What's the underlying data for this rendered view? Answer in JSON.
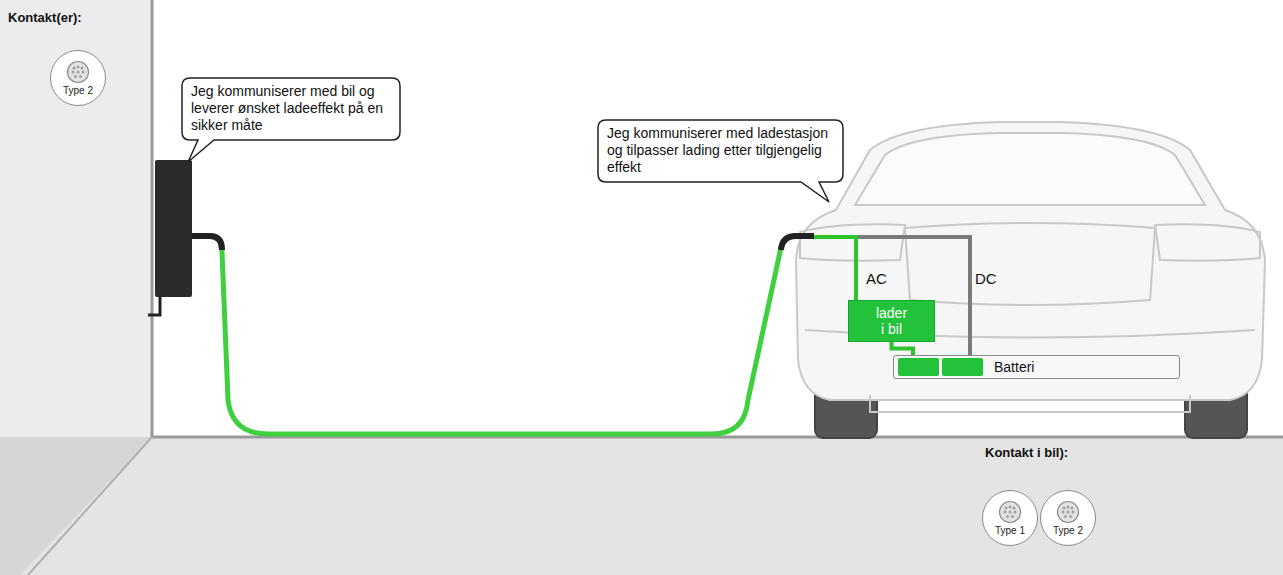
{
  "diagram": {
    "nodes": [
      {
        "text": [
          "Type 2"
        ]
      },
      {
        "text": [
          "Jeg kommuniserer med bil og leverer ønsket ladeeffekt på en sikker måte"
        ]
      },
      {
        "text": [
          "Jeg kommuniserer med ladestasjon og tilpasser lading etter tilgjengelig effekt"
        ]
      },
      {
        "text": [
          "lader i bil"
        ]
      },
      {
        "text": [
          "Batteri"
        ]
      },
      {
        "text": [
          "Type 1"
        ]
      },
      {
        "text": [
          "Type 2"
        ]
      }
    ],
    "edges": [
      {
        "from": 3,
        "to": 4,
        "arrow": "none"
      }
    ],
    "labels": [
      "Kontakt(er):",
      "AC",
      "DC",
      "Kontakt i bil):"
    ]
  }
}
